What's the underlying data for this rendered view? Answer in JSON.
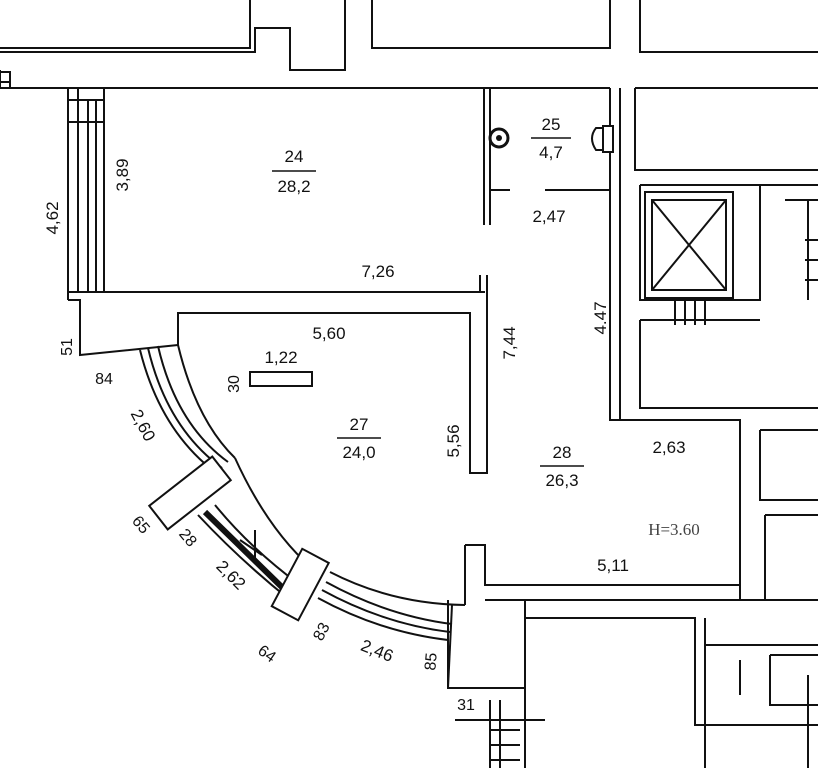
{
  "rooms": [
    {
      "number": "24",
      "area": "28,2"
    },
    {
      "number": "25",
      "area": "4,7"
    },
    {
      "number": "27",
      "area": "24,0"
    },
    {
      "number": "28",
      "area": "26,3"
    }
  ],
  "dimensions": {
    "d_4_62": "4,62",
    "d_3_89": "3,89",
    "d_7_26": "7,26",
    "d_2_47": "2,47",
    "d_5_60": "5,60",
    "d_7_44": "7,44",
    "d_4_47": "4.47",
    "d_1_22": "1,22",
    "d_30": "30",
    "d_5_56": "5,56",
    "d_2_63": "2,63",
    "d_51": "51",
    "d_84": "84",
    "d_2_60": "2,60",
    "d_65": "65",
    "d_28": "28",
    "d_2_62": "2,62",
    "d_64": "64",
    "d_83": "83",
    "d_2_46": "2,46",
    "d_85": "85",
    "d_31": "31",
    "d_5_11": "5,11"
  },
  "ceiling_height": "H=3.60"
}
